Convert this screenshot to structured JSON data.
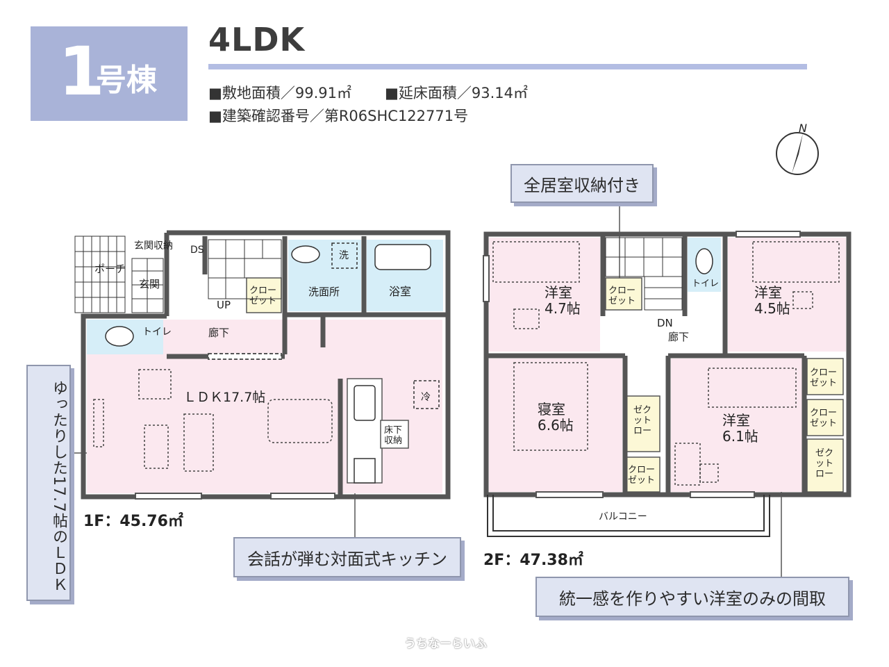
{
  "header": {
    "badge_number": "1",
    "badge_suffix": "号棟",
    "layout_title": "4LDK",
    "spec_land": "■敷地面積／99.91㎡",
    "spec_floor": "■延床面積／93.14㎡",
    "spec_cert": "■建築確認番号／第R06SHC122771号"
  },
  "compass": {
    "label": "N"
  },
  "callouts": {
    "storage": "全居室収納付き",
    "kitchen": "会話が弾む対面式キッチン",
    "western": "統一感を作りやすい洋室のみの間取",
    "ldk": "ゆったりした17.7帖のＬＤＫ"
  },
  "floor1": {
    "area": "1F：45.76㎡",
    "rooms": {
      "genkan_storage": "玄関収納",
      "ds": "DS",
      "porch": "ポーチ",
      "genkan": "玄関",
      "up": "UP",
      "closet": "クロー\nゼット",
      "washroom": "洗面所",
      "washer": "洗",
      "bath": "浴室",
      "toilet": "トイレ",
      "hallway": "廊下",
      "ldk": "ＬＤＫ17.7帖",
      "fridge": "冷",
      "underfloor": "床下\n収納"
    }
  },
  "floor2": {
    "area": "2F：47.38㎡",
    "rooms": {
      "western_a": "洋室\n4.7帖",
      "western_b": "洋室\n4.5帖",
      "closet_stair": "クロー\nゼット",
      "toilet": "トイレ",
      "dn": "DN",
      "hallway": "廊下",
      "bedroom": "寝室\n6.6帖",
      "western_c": "洋室\n6.1帖",
      "closet_r1": "クロー\nゼット",
      "closet_r2": "クロー\nゼット",
      "closet_bed": "クロー\nゼット",
      "zeckto_bed": "ゼク\nット\nロー",
      "zeckto_r": "ゼク\nット\nロー",
      "balcony": "バルコニー"
    }
  },
  "watermark": "うちなーらいふ",
  "colors": {
    "badge": "#a9b3d8",
    "rule": "#b3bde3",
    "room_pink": "#fbe8ef",
    "room_blue": "#d6eef8",
    "closet_yellow": "#fcf8d6",
    "wall": "#555555",
    "callout_bg": "#dfe4f2"
  }
}
